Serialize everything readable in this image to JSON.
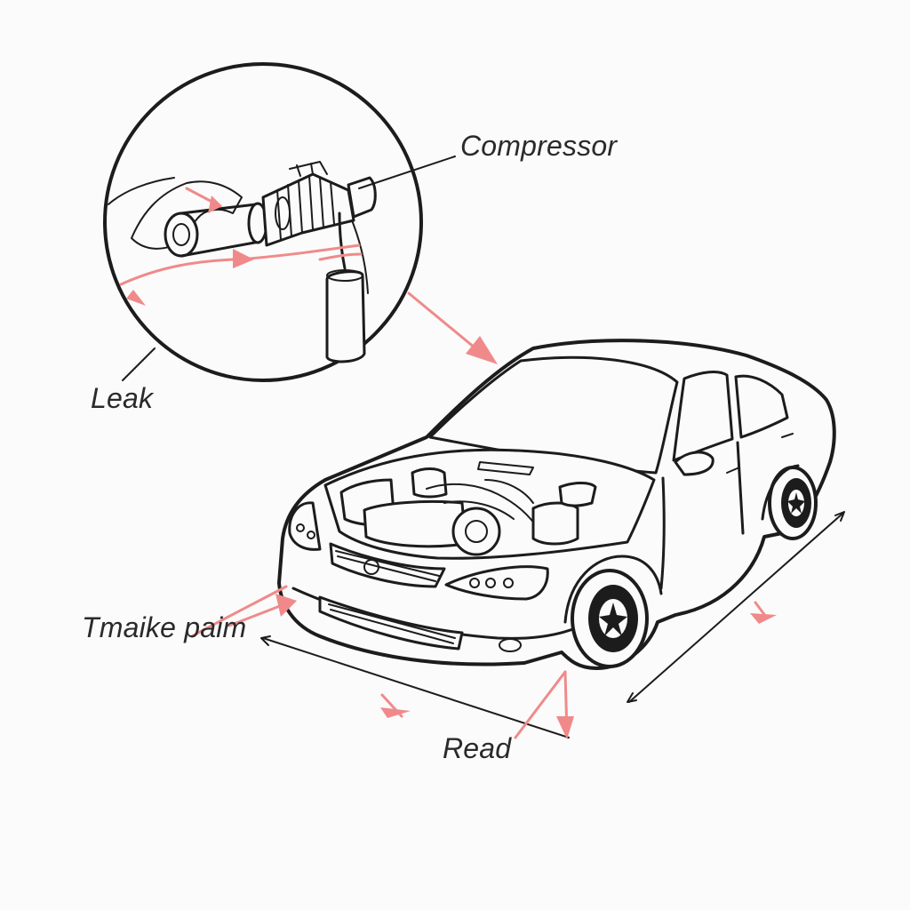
{
  "labels": {
    "compressor": "Compressor",
    "leak": "Leak",
    "brake": "Tтaike paim",
    "road": "Read"
  },
  "colors": {
    "ink": "#1c1c1c",
    "accent_arrow": "#f08a8a",
    "background": "#fbfbfb"
  },
  "icons": {
    "inset": "compressor-leak-detail",
    "car": "sedan-open-hood"
  }
}
